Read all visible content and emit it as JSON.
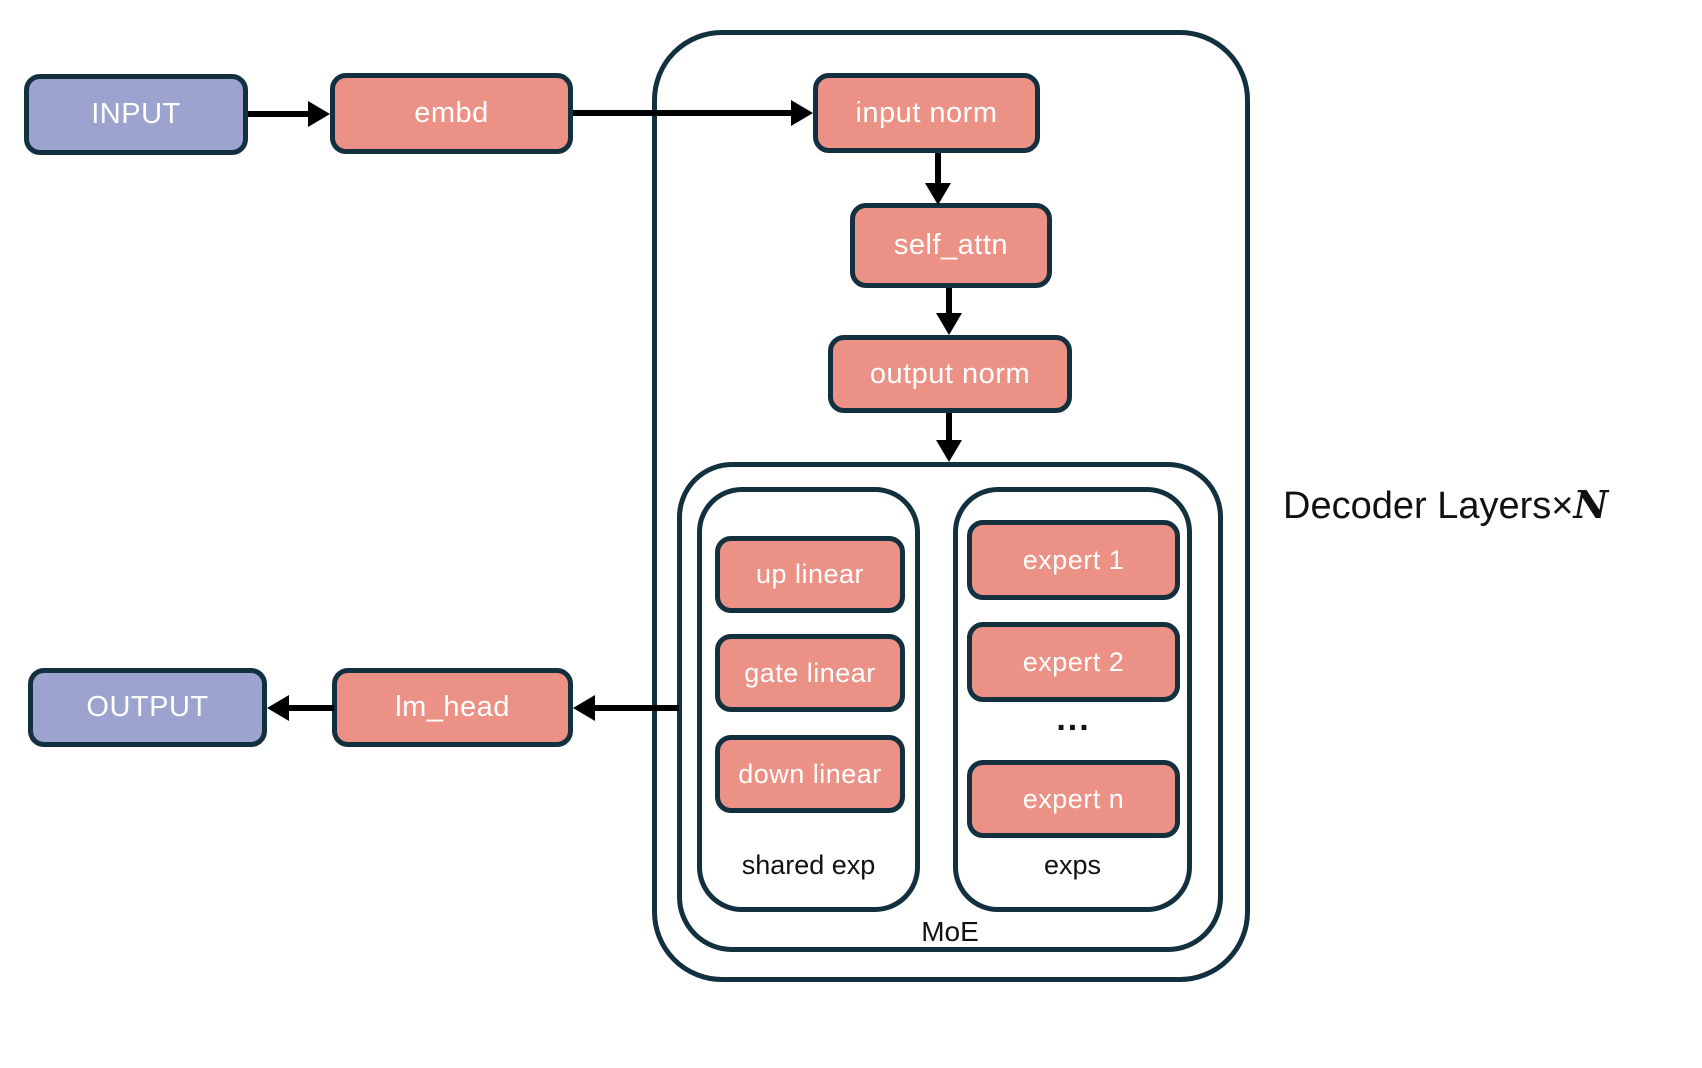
{
  "colors": {
    "node_fill": "#EC9186",
    "io_fill": "#9BA3CE",
    "outline": "#12303E",
    "arrow": "#000000",
    "label_text": "#111111",
    "node_text": "#FFFFFF",
    "background": "#FFFFFF"
  },
  "title": {
    "text": "Decoder Layers×",
    "n": "N"
  },
  "io": {
    "input": "INPUT",
    "output": "OUTPUT"
  },
  "pipeline": {
    "embd": "embd",
    "lm_head": "lm_head",
    "input_norm": "input norm",
    "self_attn": "self_attn",
    "output_norm": "output norm"
  },
  "moe": {
    "label": "MoE",
    "shared": {
      "label": "shared exp",
      "layers": [
        "up linear",
        "gate linear",
        "down linear"
      ]
    },
    "experts": {
      "label": "exps",
      "items": [
        "expert 1",
        "expert 2",
        "expert n"
      ],
      "ellipsis": "..."
    }
  }
}
